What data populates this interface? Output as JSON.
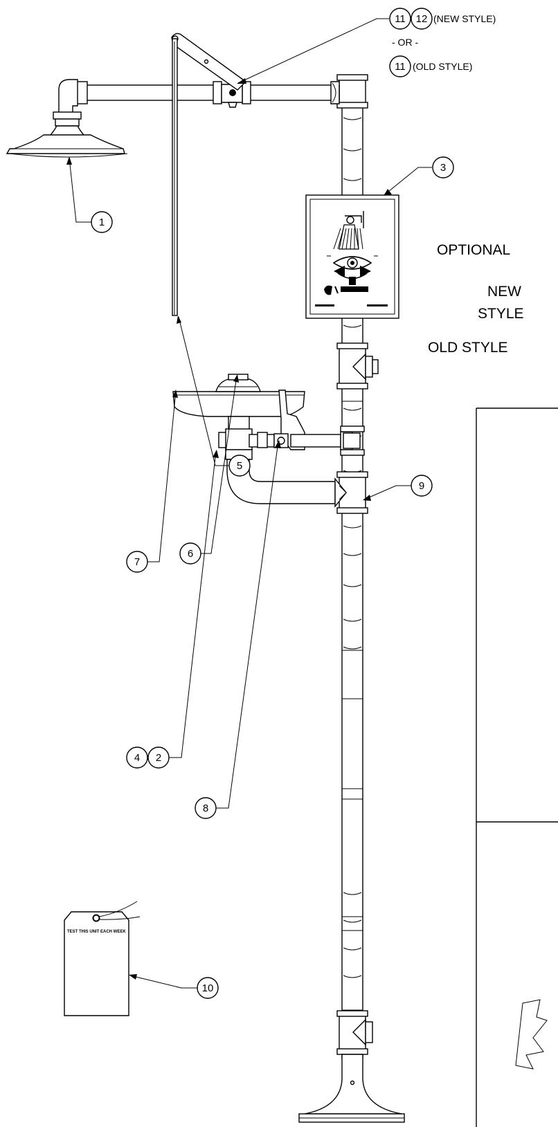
{
  "drawing": {
    "notes": {
      "optional": "OPTIONAL",
      "new": "NEW",
      "style": "STYLE",
      "old_style": "OLD STYLE"
    },
    "valve_callout": {
      "new_style": "(NEW STYLE)",
      "or": "- OR -",
      "old_style": "(OLD STYLE)"
    },
    "callouts": {
      "c1": "1",
      "c2": "2",
      "c3": "3",
      "c4": "4",
      "c5": "5",
      "c6": "6",
      "c7": "7",
      "c8": "8",
      "c9": "9",
      "c10": "10",
      "c11a": "11",
      "c12": "12",
      "c11b": "11"
    },
    "tag_text": "TEST THIS UNIT EACH WEEK"
  }
}
